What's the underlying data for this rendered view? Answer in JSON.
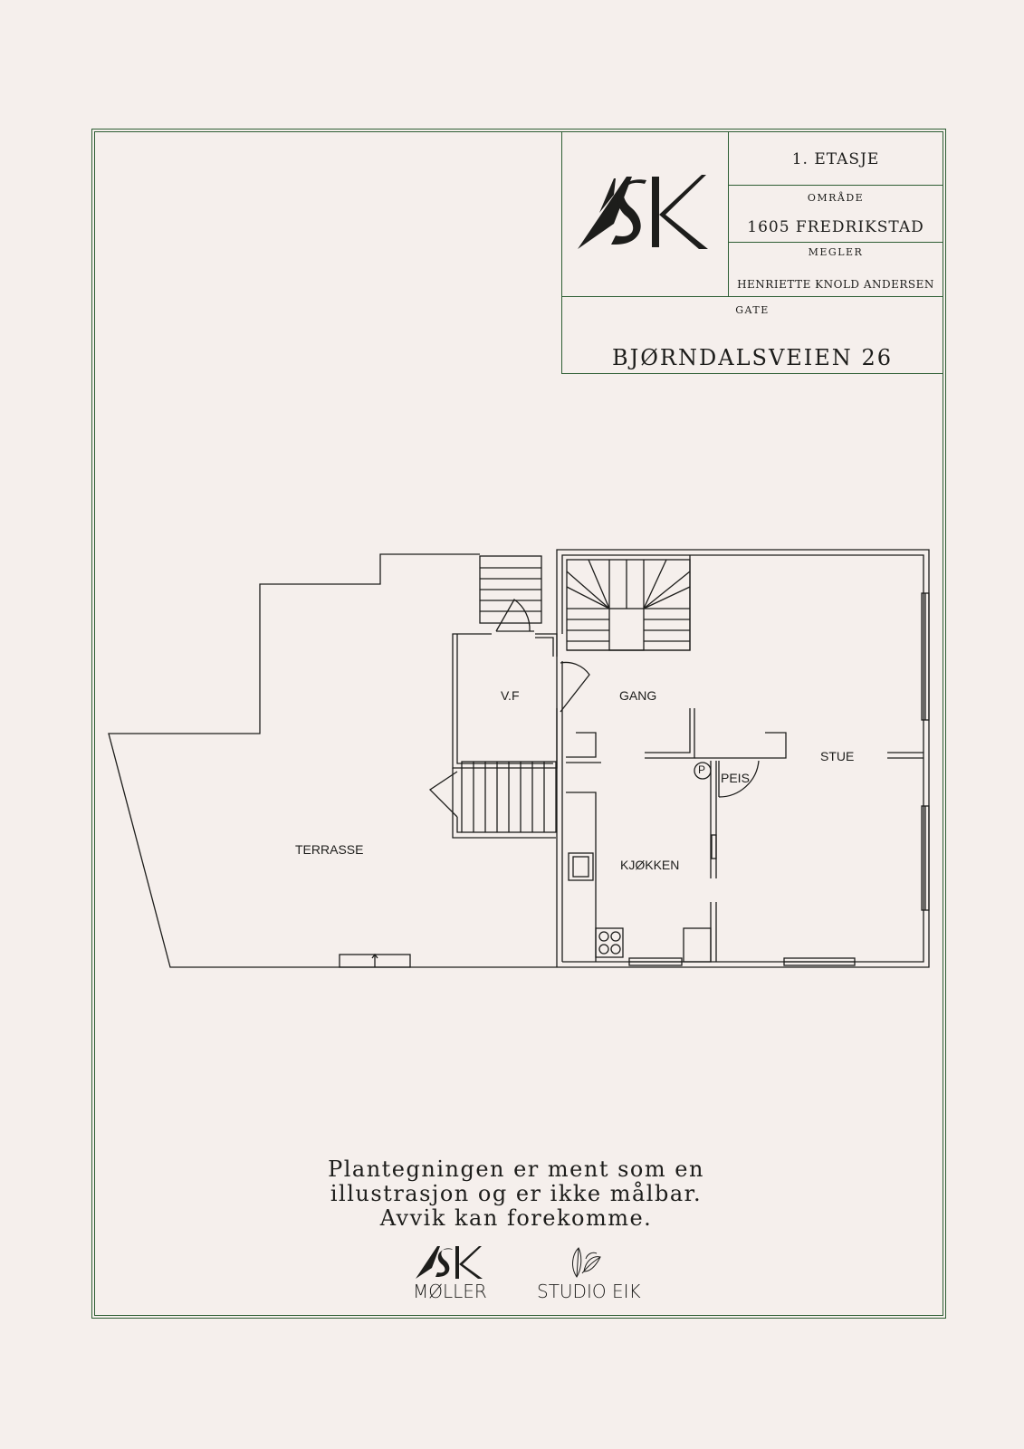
{
  "title_block": {
    "floor": "1. ETASJE",
    "area_label": "OMRÅDE",
    "area_value": "1605 FREDRIKSTAD",
    "broker_label": "MEGLER",
    "broker_value": "HENRIETTE KNOLD ANDERSEN",
    "street_label": "GATE",
    "street_value": "BJØRNDALSVEIEN 26"
  },
  "logo": {
    "text": "ASK"
  },
  "rooms": {
    "vf": "V.F",
    "gang": "GANG",
    "stue": "STUE",
    "peis": "PEIS",
    "p": "P",
    "terrasse": "TERRASSE",
    "kjokken": "KJØKKEN"
  },
  "disclaimer": {
    "line1": "Plantegningen er ment som en",
    "line2": "illustrasjon og er ikke målbar.",
    "line3": "Avvik kan forekomme."
  },
  "footer": {
    "ask_moller_logo": "ASK",
    "ask_moller_sub": "MØLLER",
    "studio_eik": "STUDIO EIK"
  },
  "colors": {
    "background": "#f5efec",
    "frame": "#2e5e34",
    "ink": "#1d1d1b"
  }
}
